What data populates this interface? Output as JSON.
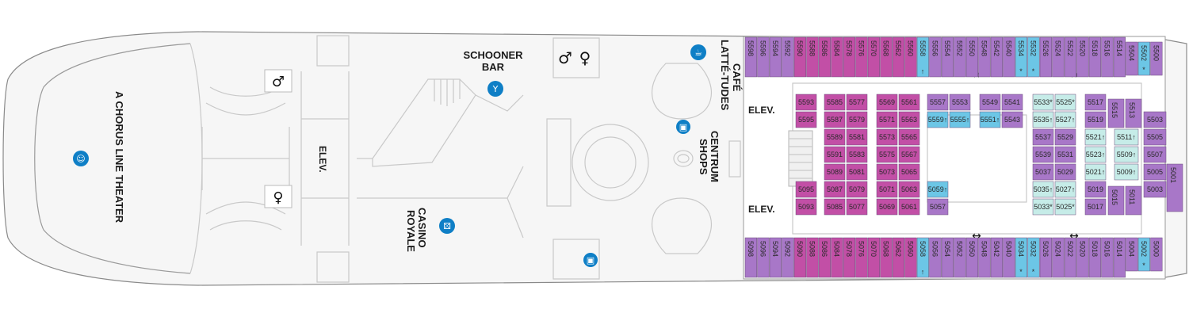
{
  "colors": {
    "magenta": "#c24fa6",
    "purple": "#a877c8",
    "blue": "#6cc6e6",
    "teal": "#c6ece8",
    "icon_blue": "#0f7fc6"
  },
  "venues": {
    "theater": "A CHORUS LINE THEATER",
    "schooner_line1": "SCHOONER",
    "schooner_line2": "BAR",
    "cafe_line1": "CAFÉ",
    "cafe_line2": "LATTÉ-TUDES",
    "centrum_line1": "CENTRUM",
    "centrum_line2": "SHOPS",
    "casino_line1": "CASINO",
    "casino_line2": "ROYALE",
    "elev_center": "ELEV.",
    "elev_top": "ELEV.",
    "elev_bottom": "ELEV."
  },
  "icons": {
    "theater_icon": "theater-masks-icon",
    "bar_icon": "cocktail-icon",
    "cafe_icon": "coffee-icon",
    "shop_icon": "shopping-bag-icon",
    "casino_icon": "dice-icon",
    "atm_icon": "atm-icon",
    "restroom_icon": "restroom-icon"
  },
  "cabins_top_row": [
    {
      "num": "5598",
      "c": "purple"
    },
    {
      "num": "5596",
      "c": "purple"
    },
    {
      "num": "5594",
      "c": "purple"
    },
    {
      "num": "5592",
      "c": "purple"
    },
    {
      "num": "5590",
      "c": "magenta"
    },
    {
      "num": "5588",
      "c": "magenta"
    },
    {
      "num": "5586",
      "c": "magenta"
    },
    {
      "num": "5584",
      "c": "magenta"
    },
    {
      "num": "5578",
      "c": "magenta"
    },
    {
      "num": "5576",
      "c": "magenta"
    },
    {
      "num": "5570",
      "c": "magenta"
    },
    {
      "num": "5568",
      "c": "magenta"
    },
    {
      "num": "5562",
      "c": "magenta"
    },
    {
      "num": "5560",
      "c": "magenta"
    },
    {
      "num": "5558",
      "c": "blue",
      "mark": "↑"
    },
    {
      "num": "5556",
      "c": "purple"
    },
    {
      "num": "5554",
      "c": "purple"
    },
    {
      "num": "5552",
      "c": "purple"
    },
    {
      "num": "5550",
      "c": "purple"
    },
    {
      "num": "5548",
      "c": "purple"
    },
    {
      "num": "5542",
      "c": "purple"
    },
    {
      "num": "5540",
      "c": "purple"
    },
    {
      "num": "5534",
      "c": "blue",
      "mark": "*"
    },
    {
      "num": "5532",
      "c": "blue",
      "mark": "*"
    },
    {
      "num": "5526",
      "c": "purple"
    },
    {
      "num": "5524",
      "c": "purple"
    },
    {
      "num": "5522",
      "c": "purple"
    },
    {
      "num": "5520",
      "c": "purple"
    },
    {
      "num": "5518",
      "c": "purple"
    },
    {
      "num": "5516",
      "c": "purple"
    },
    {
      "num": "5514",
      "c": "purple"
    },
    {
      "num": "5504",
      "c": "purple"
    },
    {
      "num": "5502",
      "c": "blue",
      "mark": "*"
    },
    {
      "num": "5500",
      "c": "purple"
    }
  ],
  "cabins_bottom_row": [
    {
      "num": "5098",
      "c": "purple"
    },
    {
      "num": "5096",
      "c": "purple"
    },
    {
      "num": "5094",
      "c": "purple"
    },
    {
      "num": "5092",
      "c": "purple"
    },
    {
      "num": "5090",
      "c": "magenta"
    },
    {
      "num": "5088",
      "c": "magenta"
    },
    {
      "num": "5086",
      "c": "magenta"
    },
    {
      "num": "5084",
      "c": "magenta"
    },
    {
      "num": "5078",
      "c": "magenta"
    },
    {
      "num": "5076",
      "c": "magenta"
    },
    {
      "num": "5070",
      "c": "magenta"
    },
    {
      "num": "5068",
      "c": "magenta"
    },
    {
      "num": "5062",
      "c": "magenta"
    },
    {
      "num": "5060",
      "c": "magenta"
    },
    {
      "num": "5058",
      "c": "blue",
      "mark": "↑"
    },
    {
      "num": "5056",
      "c": "purple"
    },
    {
      "num": "5054",
      "c": "purple"
    },
    {
      "num": "5052",
      "c": "purple"
    },
    {
      "num": "5050",
      "c": "purple"
    },
    {
      "num": "5048",
      "c": "purple"
    },
    {
      "num": "5042",
      "c": "purple"
    },
    {
      "num": "5040",
      "c": "purple"
    },
    {
      "num": "5034",
      "c": "blue",
      "mark": "*"
    },
    {
      "num": "5032",
      "c": "blue",
      "mark": "*"
    },
    {
      "num": "5026",
      "c": "purple"
    },
    {
      "num": "5024",
      "c": "purple"
    },
    {
      "num": "5022",
      "c": "purple"
    },
    {
      "num": "5020",
      "c": "purple"
    },
    {
      "num": "5018",
      "c": "purple"
    },
    {
      "num": "5016",
      "c": "purple"
    },
    {
      "num": "5014",
      "c": "purple"
    },
    {
      "num": "5004",
      "c": "purple"
    },
    {
      "num": "5002",
      "c": "blue",
      "mark": "*"
    },
    {
      "num": "5000",
      "c": "purple"
    }
  ],
  "cabins_inner": [
    {
      "num": "5593",
      "c": "magenta"
    },
    {
      "num": "5595",
      "c": "magenta"
    },
    {
      "num": "5585",
      "c": "magenta"
    },
    {
      "num": "5577",
      "c": "magenta"
    },
    {
      "num": "5587",
      "c": "magenta"
    },
    {
      "num": "5579",
      "c": "magenta"
    },
    {
      "num": "5589",
      "c": "magenta"
    },
    {
      "num": "5581",
      "c": "magenta"
    },
    {
      "num": "5591",
      "c": "magenta"
    },
    {
      "num": "5583",
      "c": "magenta"
    },
    {
      "num": "5089",
      "c": "magenta"
    },
    {
      "num": "5081",
      "c": "magenta"
    },
    {
      "num": "5087",
      "c": "magenta"
    },
    {
      "num": "5079",
      "c": "magenta"
    },
    {
      "num": "5085",
      "c": "magenta"
    },
    {
      "num": "5077",
      "c": "magenta"
    },
    {
      "num": "5569",
      "c": "magenta"
    },
    {
      "num": "5561",
      "c": "magenta"
    },
    {
      "num": "5571",
      "c": "magenta"
    },
    {
      "num": "5563",
      "c": "magenta"
    },
    {
      "num": "5573",
      "c": "magenta"
    },
    {
      "num": "5565",
      "c": "magenta"
    },
    {
      "num": "5575",
      "c": "magenta"
    },
    {
      "num": "5567",
      "c": "magenta"
    },
    {
      "num": "5073",
      "c": "magenta"
    },
    {
      "num": "5065",
      "c": "magenta"
    },
    {
      "num": "5071",
      "c": "magenta"
    },
    {
      "num": "5063",
      "c": "magenta"
    },
    {
      "num": "5069",
      "c": "magenta"
    },
    {
      "num": "5061",
      "c": "magenta"
    },
    {
      "num": "5095",
      "c": "magenta"
    },
    {
      "num": "5093",
      "c": "magenta"
    },
    {
      "num": "5557",
      "c": "purple"
    },
    {
      "num": "5553",
      "c": "purple"
    },
    {
      "num": "5549",
      "c": "purple"
    },
    {
      "num": "5541",
      "c": "purple"
    },
    {
      "num": "5559↑",
      "c": "blue"
    },
    {
      "num": "5555↑",
      "c": "blue"
    },
    {
      "num": "5551↑",
      "c": "blue"
    },
    {
      "num": "5543",
      "c": "purple"
    },
    {
      "num": "5059↑",
      "c": "blue"
    },
    {
      "num": "5057",
      "c": "purple"
    },
    {
      "num": "5533*",
      "c": "teal"
    },
    {
      "num": "5525*",
      "c": "teal"
    },
    {
      "num": "5535↑",
      "c": "teal"
    },
    {
      "num": "5527↑",
      "c": "teal"
    },
    {
      "num": "5537",
      "c": "purple"
    },
    {
      "num": "5529",
      "c": "purple"
    },
    {
      "num": "5539",
      "c": "purple"
    },
    {
      "num": "5531",
      "c": "purple"
    },
    {
      "num": "5037",
      "c": "purple"
    },
    {
      "num": "5029",
      "c": "purple"
    },
    {
      "num": "5035↑",
      "c": "teal"
    },
    {
      "num": "5027↑",
      "c": "teal"
    },
    {
      "num": "5033*",
      "c": "teal"
    },
    {
      "num": "5025*",
      "c": "teal"
    },
    {
      "num": "5517",
      "c": "purple"
    },
    {
      "num": "5519",
      "c": "purple"
    },
    {
      "num": "5521↑",
      "c": "teal"
    },
    {
      "num": "5523↑",
      "c": "teal"
    },
    {
      "num": "5021↑",
      "c": "teal"
    },
    {
      "num": "5019",
      "c": "purple"
    },
    {
      "num": "5017",
      "c": "purple"
    },
    {
      "num": "5515",
      "c": "purple"
    },
    {
      "num": "5513",
      "c": "purple"
    },
    {
      "num": "5511↑",
      "c": "teal"
    },
    {
      "num": "5509↑",
      "c": "teal"
    },
    {
      "num": "5009↑",
      "c": "teal"
    },
    {
      "num": "5015",
      "c": "purple"
    },
    {
      "num": "5011",
      "c": "purple"
    },
    {
      "num": "5503",
      "c": "purple"
    },
    {
      "num": "5505",
      "c": "purple"
    },
    {
      "num": "5507",
      "c": "purple"
    },
    {
      "num": "5005",
      "c": "purple"
    },
    {
      "num": "5003",
      "c": "purple"
    },
    {
      "num": "5001",
      "c": "purple"
    }
  ]
}
